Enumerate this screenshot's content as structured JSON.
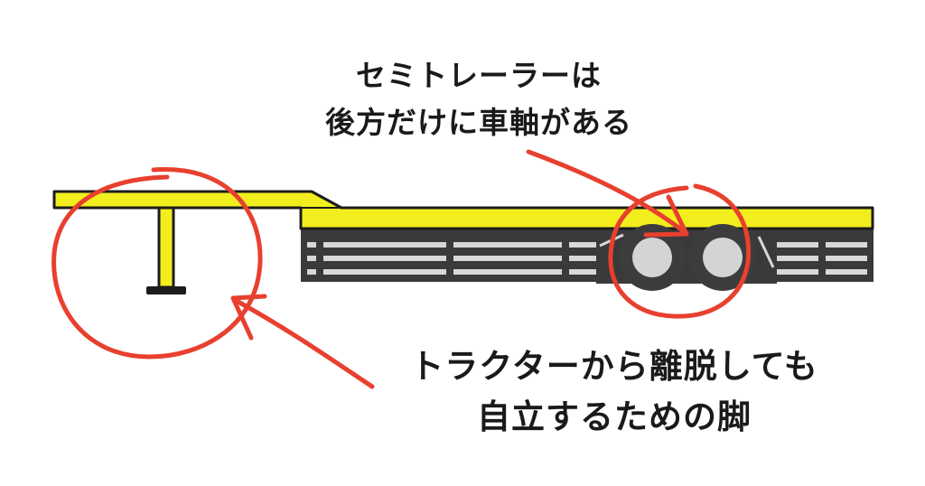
{
  "annotations": {
    "axles": {
      "line1": "セミトレーラーは",
      "line2": "後方だけに車軸がある"
    },
    "legs": {
      "line1": "トラクターから離脱しても",
      "line2": "自立するための脚"
    }
  },
  "colors": {
    "deck": "#f2ee1e",
    "outline": "#1c1c1c",
    "chassis": "#3a3a3a",
    "rail": "#d8d8d8",
    "tire": "#3c3c3c",
    "hub": "#d4d4d4",
    "marker": "#e8402f"
  }
}
